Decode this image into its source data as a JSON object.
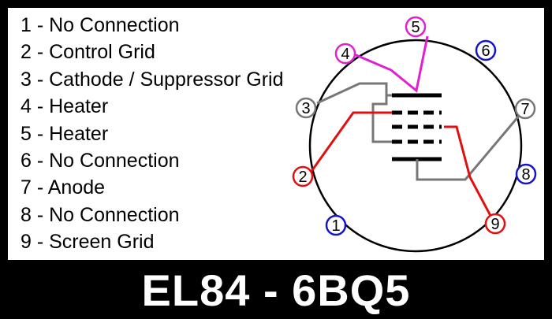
{
  "pins": [
    {
      "number": "1",
      "label": "1 - No Connection"
    },
    {
      "number": "2",
      "label": "2 - Control Grid"
    },
    {
      "number": "3",
      "label": "3 - Cathode / Suppressor Grid"
    },
    {
      "number": "4",
      "label": "4 - Heater"
    },
    {
      "number": "5",
      "label": "5 - Heater"
    },
    {
      "number": "6",
      "label": "6 - No Connection"
    },
    {
      "number": "7",
      "label": "7 - Anode"
    },
    {
      "number": "8",
      "label": "8 - No Connection"
    },
    {
      "number": "9",
      "label": "9 - Screen Grid"
    }
  ],
  "title": "EL84 - 6BQ5",
  "colors": {
    "heater": "#e020d0",
    "control_grid": "#e01010",
    "cathode_anode": "#777777",
    "no_connection": "#1515c8",
    "background": "#000000",
    "panel": "#ffffff"
  }
}
